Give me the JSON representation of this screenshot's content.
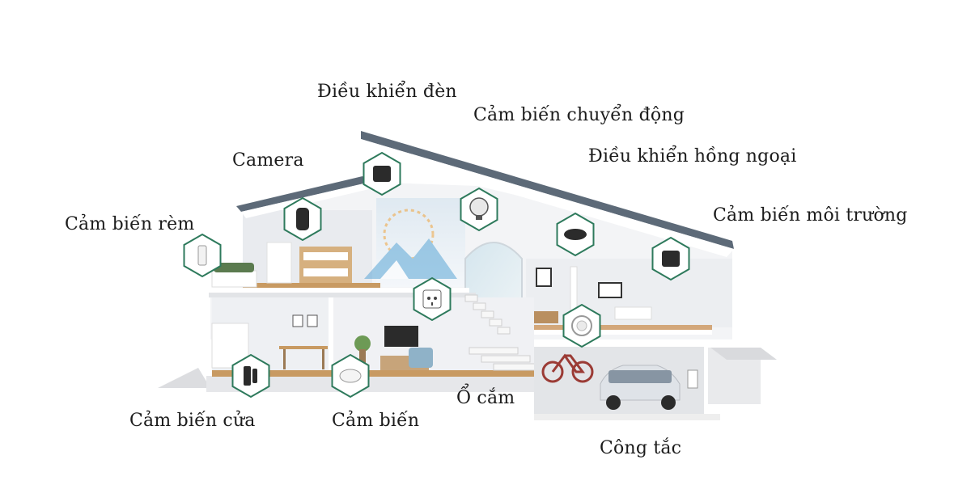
{
  "labels": {
    "light_control": "Điều khiển đèn",
    "motion_sensor": "Cảm biến chuyển động",
    "ir_control": "Điều khiển hồng ngoại",
    "camera": "Camera",
    "env_sensor": "Cảm biến môi trường",
    "curtain_sensor": "Cảm biến rèm",
    "door_sensor": "Cảm biến cửa",
    "sensor": "Cảm biến",
    "socket": "Ổ cắm",
    "switch": "Công tắc"
  },
  "colors": {
    "roof": "#5d6a78",
    "hex_border": "#2e7a5c",
    "wall": "#f1f2f4",
    "floor": "#c89a62",
    "text": "#1c1c1c"
  },
  "icons": {
    "light_control": "smart-hub-icon",
    "motion_sensor": "motion-sensor-icon",
    "ir_control": "ir-remote-icon",
    "camera": "camera-icon",
    "env_sensor": "env-sensor-icon",
    "curtain_sensor": "curtain-sensor-icon",
    "door_sensor": "door-sensor-icon",
    "sensor": "sensor-icon",
    "socket": "socket-icon",
    "switch": "switch-icon"
  }
}
